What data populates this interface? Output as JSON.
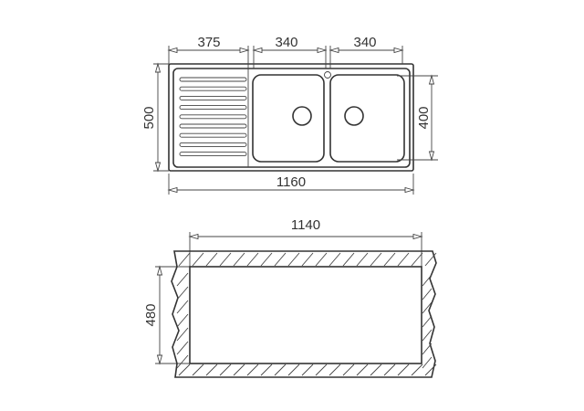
{
  "title": "Double bowl sink with drainer - dimensions",
  "top_view": {
    "drainer_width": "375",
    "bowl1_width": "340",
    "bowl2_width": "340",
    "overall_depth": "500",
    "bowl_depth": "400",
    "overall_width": "1160"
  },
  "cutout": {
    "width": "1140",
    "depth": "480"
  },
  "colors": {
    "line": "#333333",
    "background": "#ffffff"
  }
}
